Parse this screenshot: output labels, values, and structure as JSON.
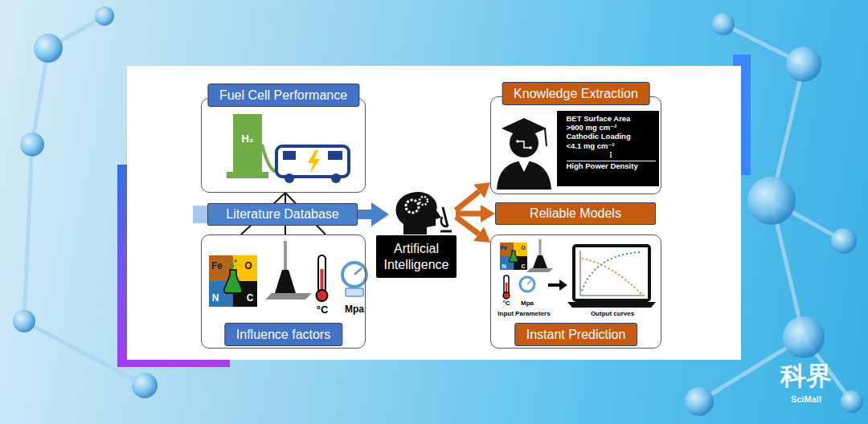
{
  "diagram": {
    "nodes": [
      {
        "text": [
          "Fuel Cell Performance"
        ]
      },
      {
        "text": [
          "Literature Database"
        ]
      },
      {
        "text": [
          "Influence factors"
        ]
      },
      {
        "text": [
          "Artificial Intelligence"
        ]
      },
      {
        "text": [
          "Knowledge Extraction"
        ]
      },
      {
        "text": [
          "BET Surface Area",
          ">900 mg cm⁻²",
          "Cathodic Loading",
          "<4.1 mg cm⁻²",
          "⋮",
          "High Power Density"
        ],
        "in": 4
      },
      {
        "text": [
          "Reliable Models"
        ]
      },
      {
        "text": [
          "Instant Prediction"
        ]
      }
    ],
    "edges": [
      {
        "from": 0,
        "to": 2,
        "arrow": "none"
      },
      {
        "from": 1,
        "to": 3,
        "arrow": "to"
      },
      {
        "from": 3,
        "to": 4,
        "arrow": "to"
      },
      {
        "from": 3,
        "to": 6,
        "arrow": "to"
      },
      {
        "from": 3,
        "to": 7,
        "arrow": "to"
      }
    ],
    "labels": [
      "H₂",
      "Fe",
      "O",
      "N",
      "C",
      "°C",
      "Mpa",
      "Fe",
      "O",
      "N",
      "C",
      "°C",
      "Mpa",
      "Input Parameters",
      "Output curves",
      "科界",
      "SciMall"
    ]
  }
}
